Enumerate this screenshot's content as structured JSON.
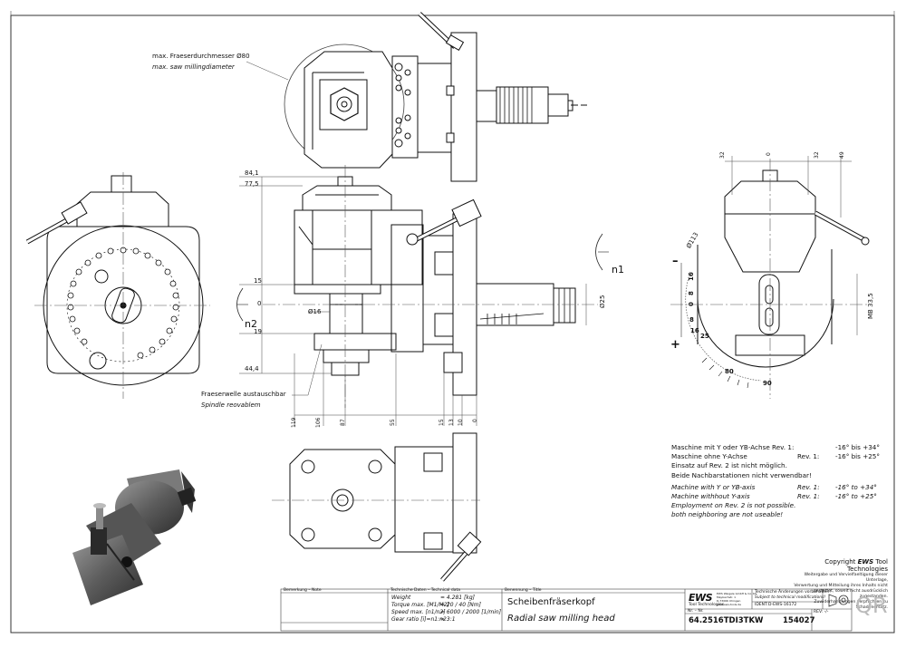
{
  "annotations": {
    "max_mill_de": "max. Fraeserdurchmesser Ø80",
    "max_mill_en": "max. saw millingdiameter",
    "spindle_de": "Fraeserwelle austauschbar",
    "spindle_en": "Spindle reovablem"
  },
  "dimensions": {
    "d84": "84,1",
    "d77": "77,5",
    "d15": "15",
    "d0": "0",
    "d19": "19",
    "d44": "44,4",
    "dia16": "Ø16",
    "dia25": "Ø25",
    "dia113": "Ø113",
    "mb": "MB 33,5",
    "n1": "n1",
    "n2": "n2",
    "bottom": [
      "119",
      "106",
      "87",
      "55",
      "15",
      "13",
      "10",
      "0"
    ],
    "top_right": [
      "32",
      "0",
      "32",
      "49"
    ],
    "scale": [
      "16",
      "8",
      "0",
      "8",
      "16",
      "25",
      "80",
      "90"
    ],
    "minus": "–",
    "plus": "+"
  },
  "notes": {
    "de": [
      {
        "a": "Maschine mit Y oder YB-Achse Rev. 1:",
        "b": "",
        "c": "-16° bis +34°"
      },
      {
        "a": "Maschine ohne Y-Achse",
        "b": "Rev. 1:",
        "c": "-16° bis +25°"
      },
      {
        "a": "Einsatz auf Rev. 2 ist nicht möglich.",
        "b": "",
        "c": ""
      },
      {
        "a": "Beide Nachbarstationen nicht verwendbar!",
        "b": "",
        "c": ""
      }
    ],
    "en": [
      {
        "a": "Machine with Y or YB-axis",
        "b": "Rev. 1:",
        "c": "-16° to +34°"
      },
      {
        "a": "Machine withhout Y-axis",
        "b": "Rev. 1:",
        "c": "-16° to +25°"
      },
      {
        "a": "Employment on Rev. 2 is not possible.",
        "b": "",
        "c": ""
      },
      {
        "a": "both neighboring are not useable!",
        "b": "",
        "c": ""
      }
    ]
  },
  "copyright": {
    "line1_prefix": "Copyright ",
    "line1_brand": "EWS",
    "line1_suffix": " Tool Technologies",
    "small": [
      "Weitergabe und Vervielfaeltigung dieser Unterlage,",
      "Verwertung und Mitteilung ihres Inhalts nicht",
      "gestattet, soweit nicht ausdrücklich zugestanden.",
      "Zuwiderhandlungen verpflichten zu Schadenersatz."
    ]
  },
  "titleblock": {
    "remark_label": "Bemerkung – Note",
    "tech_label": "Technische Daten – Technical data",
    "weight_label": "Weight",
    "weight_val": "= 4.281 [kg]",
    "torque_label": "Torque max. [M1/M2]",
    "torque_val": "= 20 / 40 [Nm]",
    "speed_label": "Speed max. [n1/n2]",
    "speed_val": "= 6000 / 2000 [1/min]",
    "gear_label": "Gear ratio [i]=n1:n2",
    "gear_val": "= 3:1",
    "desc_label": "Benennung – Title",
    "title_de": "Scheibenfräserkopf",
    "title_en": "Radial saw milling head",
    "logo": "EWS",
    "logo_sub": "Tool Technologies",
    "company_lines": [
      "EWS Weigele GmbH & Co. KG",
      "Maybachstr. 1",
      "D-73066 Uhingen",
      "www.ews-tools.de"
    ],
    "changes_de": "Technische Änderungen vorbehalten!",
    "changes_en": "Subject to technical modifications!",
    "ident": "IDENT:",
    "ident_val": "D-EWS-16172",
    "rev": "REV: -/-",
    "nr_label": "Nr. – Nr.",
    "part_no": "64.2516TDI3TKW",
    "drawing_no": "154027",
    "qr": "QR"
  }
}
